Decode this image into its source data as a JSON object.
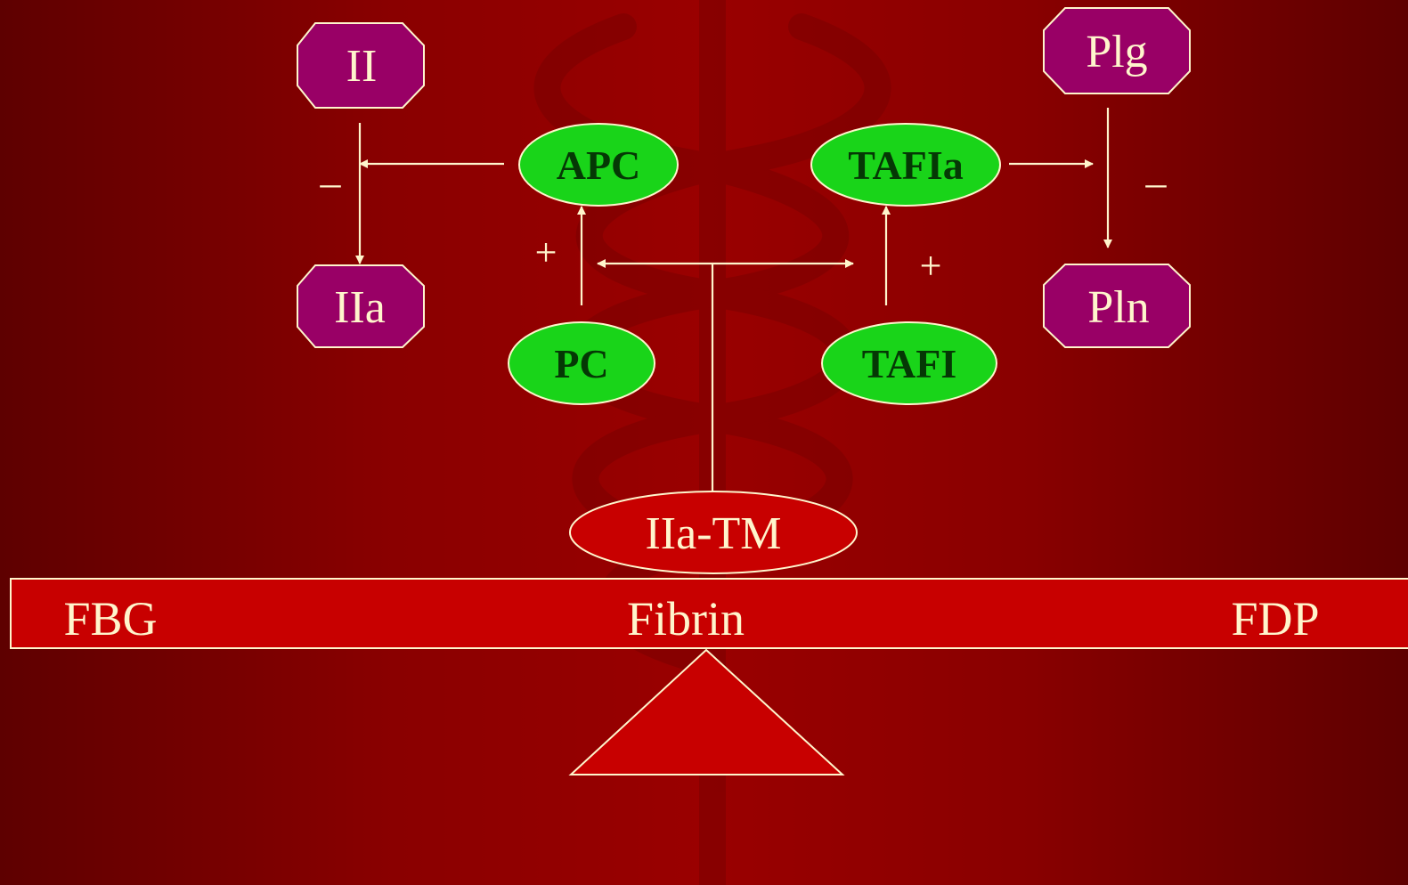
{
  "nodes": {
    "ii": "II",
    "iia": "IIa",
    "plg": "Plg",
    "pln": "Pln",
    "apc": "APC",
    "tafia": "TAFIa",
    "pc": "PC",
    "tafi": "TAFI",
    "iia_tm": "IIa-TM"
  },
  "signs": {
    "minus_left": "–",
    "minus_right": "–",
    "plus_left": "+",
    "plus_right": "+"
  },
  "beam": {
    "left": "FBG",
    "center": "Fibrin",
    "right": "FDP"
  },
  "colors": {
    "background_center": "#9a0000",
    "background_edge": "#5e0000",
    "factor_fill": "#990066",
    "enzyme_fill": "#19d419",
    "enzyme_text": "#053805",
    "beam_fill": "#c80000",
    "line": "#fff5cc",
    "text_light": "#fff5cc",
    "watermark": "#7a0000"
  }
}
